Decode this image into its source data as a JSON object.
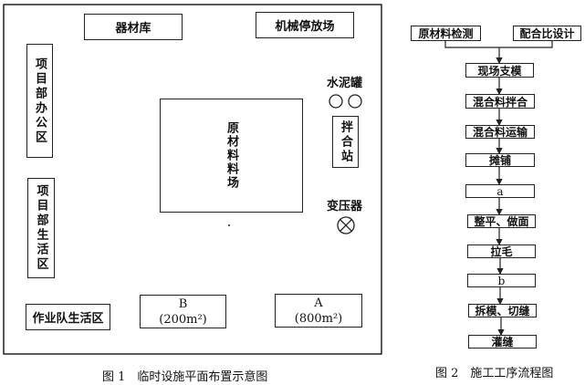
{
  "figure1": {
    "caption": "图 1　临时设施平面布置示意图",
    "equipment_store": "器材库",
    "machinery_parking": "机械停放场",
    "project_office": "项目部办公区",
    "project_living": "项目部生活区",
    "raw_material_yard": "原材料料场",
    "cement_tank": "水泥罐",
    "mixing_station": "拌合站",
    "transformer": "变压器",
    "team_living": "作业队生活区",
    "area_b": {
      "label": "B",
      "size": "(200m²)"
    },
    "area_a": {
      "label": "A",
      "size": "(800m²)"
    }
  },
  "figure2": {
    "caption": "图 2　施工工序流程图",
    "inputs": [
      "原材料检测",
      "配合比设计"
    ],
    "steps": [
      "现场支模",
      "混合料拌合",
      "混合料运输",
      "摊铺",
      "a",
      "整平、做面",
      "拉毛",
      "b",
      "拆模、切缝",
      "灌缝"
    ]
  }
}
